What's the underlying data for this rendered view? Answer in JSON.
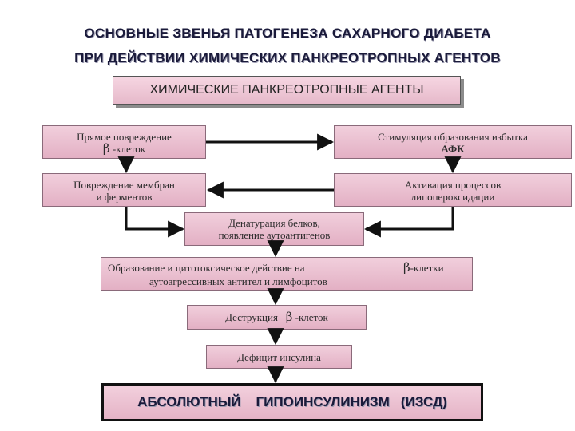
{
  "title": {
    "line1": "ОСНОВНЫЕ  ЗВЕНЬЯ  ПАТОГЕНЕЗА  САХАРНОГО  ДИАБЕТА",
    "line2": "ПРИ  ДЕЙСТВИИ  ХИМИЧЕСКИХ  ПАНКРЕОТРОПНЫХ  АГЕНТОВ"
  },
  "nodes": {
    "agents": "ХИМИЧЕСКИЕ   ПАНКРЕОТРОПНЫЕ АГЕНТЫ",
    "direct_damage": {
      "line1": "Прямое повреждение",
      "beta": "β",
      "line2_rest": " -клеток"
    },
    "afk": {
      "line1": "Стимуляция образования избытка",
      "line2": "АФК"
    },
    "membrane": {
      "line1": "Повреждение мембран",
      "line2": "и ферментов"
    },
    "lipid": {
      "line1": "Активация  процессов",
      "line2": "липопероксидации"
    },
    "denat": {
      "line1": "Денатурация белков,",
      "line2": "появление аутоантигенов"
    },
    "autoimmune": {
      "line1": "Образование и цитотоксическое действие на",
      "line2": "аутоагрессивных антител и лимфоцитов",
      "beta": "β",
      "beta_rest": "-клетки"
    },
    "destruction": {
      "text": "Деструкция",
      "beta": "β",
      "rest": " -клеток"
    },
    "deficit": "Дефицит инсулина",
    "result": "АБСОЛЮТНЫЙ    ГИПОИНСУЛИНИЗМ   (ИЗСД)"
  }
}
